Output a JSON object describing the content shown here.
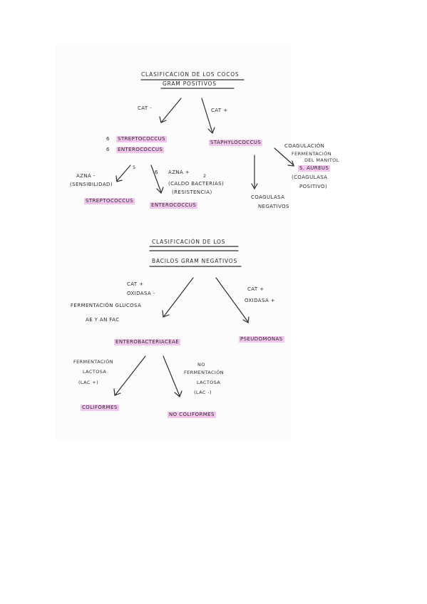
{
  "cocos": {
    "title_line1": "CLASIFICACIÓN DE LOS COCOS",
    "title_line2": "GRAM POSITIVOS",
    "cat_neg": "CAT -",
    "cat_pos": "CAT +",
    "strep_marker": "6",
    "strep": "STREPTOCOCCUS",
    "entero_marker": "6",
    "entero": "ENTEROCOCCUS",
    "staph": "STAPHYLOCOCCUS",
    "coag_pos_l1": "COAGULACIÓN",
    "coag_pos_l2": "FERMENTACIÓN",
    "coag_pos_l3": "DEL MANITOL",
    "aureus": "S. AUREUS",
    "coag_pos_l4": "(COAGULASA",
    "coag_pos_l5": "POSITIVO)",
    "coag_neg_l1": "COAGULASA",
    "coag_neg_l2": "NEGATIVOS",
    "left_num": "5",
    "right_num": "6",
    "azna_neg_l1": "AZNA -",
    "azna_neg_l2": "(SENSIBILIDAD)",
    "azna_pos_l1": "AZNA +",
    "azna_pos_sup": "2",
    "azna_pos_l2": "(CALDO BACTERIAS)",
    "azna_pos_l3": "(RESISTENCIA)",
    "strep_result": "STREPTOCOCCUS",
    "entero_result": "ENTEROCOCCUS"
  },
  "bacilos": {
    "title_line1": "CLASIFICACIÓN DE LOS",
    "title_line2": "BACILOS GRAM NEGATIVOS",
    "left_l1": "CAT +",
    "left_l2": "OXIDASA -",
    "left_l3": "FERMENTACIÓN GLUCOSA",
    "left_l4": "AE Y AN FAC",
    "right_l1": "CAT +",
    "right_l2": "OXIDASA +",
    "entero": "ENTEROBACTERIACEAE",
    "pseudo": "PSEUDOMONAS",
    "ferm_l1": "FERMENTACIÓN",
    "ferm_l2": "LACTOSA",
    "ferm_l3": "(LAC +)",
    "noferm_l1": "NO",
    "noferm_l2": "FERMENTACIÓN",
    "noferm_l3": "LACTOSA",
    "noferm_l4": "(LAC -)",
    "coliformes": "COLIFORMES",
    "no_coliformes": "NO COLIFORMES"
  },
  "colors": {
    "highlight": "#f3c6ee",
    "ink": "#2b2b2b",
    "paper": "#fcfcfc"
  }
}
